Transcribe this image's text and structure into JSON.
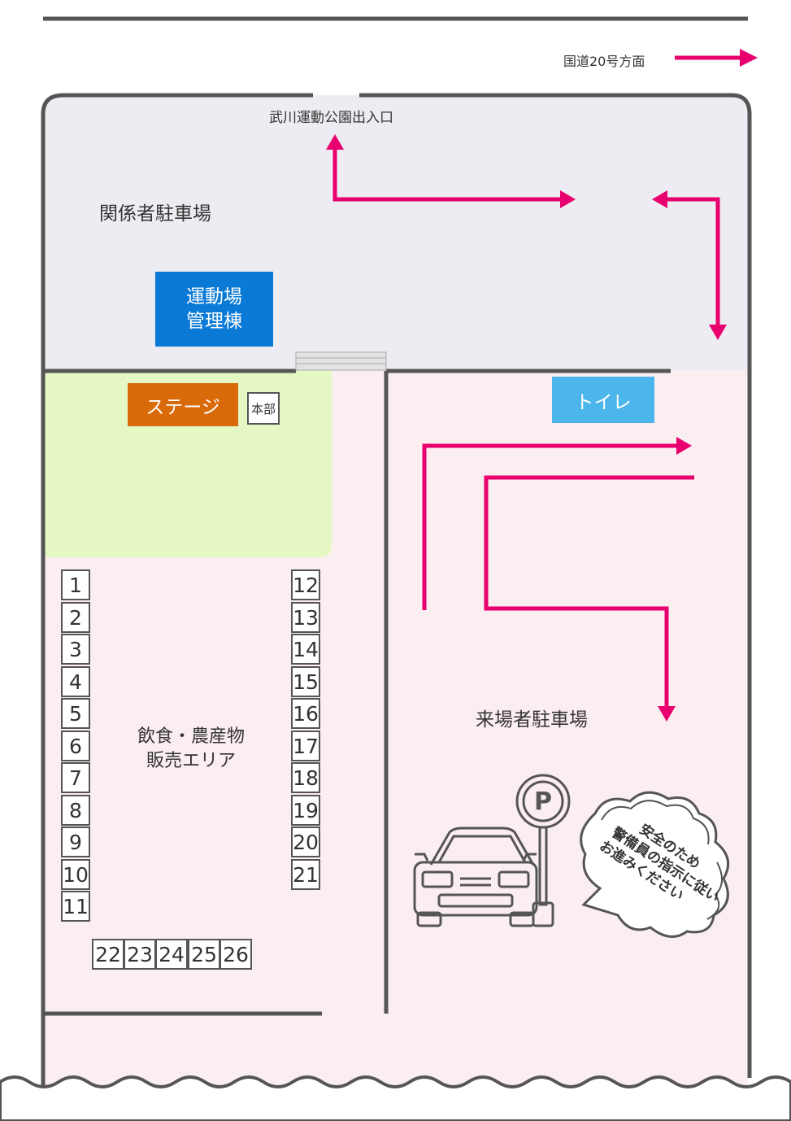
{
  "map": {
    "route_label": "国道20号方面",
    "entrance_label": "武川運動公園出入口",
    "staff_parking": "関係者駐車場",
    "management_building": [
      "運動場",
      "管理棟"
    ],
    "stage": "ステージ",
    "headquarters": "本部",
    "toilet": "トイレ",
    "food_area": [
      "飲食・農産物",
      "販売エリア"
    ],
    "visitor_parking": "来場者駐車場",
    "parking_sign": "P",
    "guidance_bubble": [
      "安全のため",
      "警備員の指示に従い",
      "お進みください"
    ],
    "booths_left": [
      "1",
      "2",
      "3",
      "4",
      "5",
      "6",
      "7",
      "8",
      "9",
      "10",
      "11"
    ],
    "booths_right": [
      "12",
      "13",
      "14",
      "15",
      "16",
      "17",
      "18",
      "19",
      "20",
      "21"
    ],
    "booths_bottom": [
      "22",
      "23",
      "24",
      "25",
      "26"
    ]
  },
  "colors": {
    "arrow": "#e8006e",
    "wall": "#555555",
    "staff_area": "#ececf2",
    "visitor_area": "#fbeef0",
    "stage_area": "#e5f8c4",
    "management": "#0a7ad6",
    "stage": "#d96a0a",
    "toilet": "#4cb6ec"
  }
}
